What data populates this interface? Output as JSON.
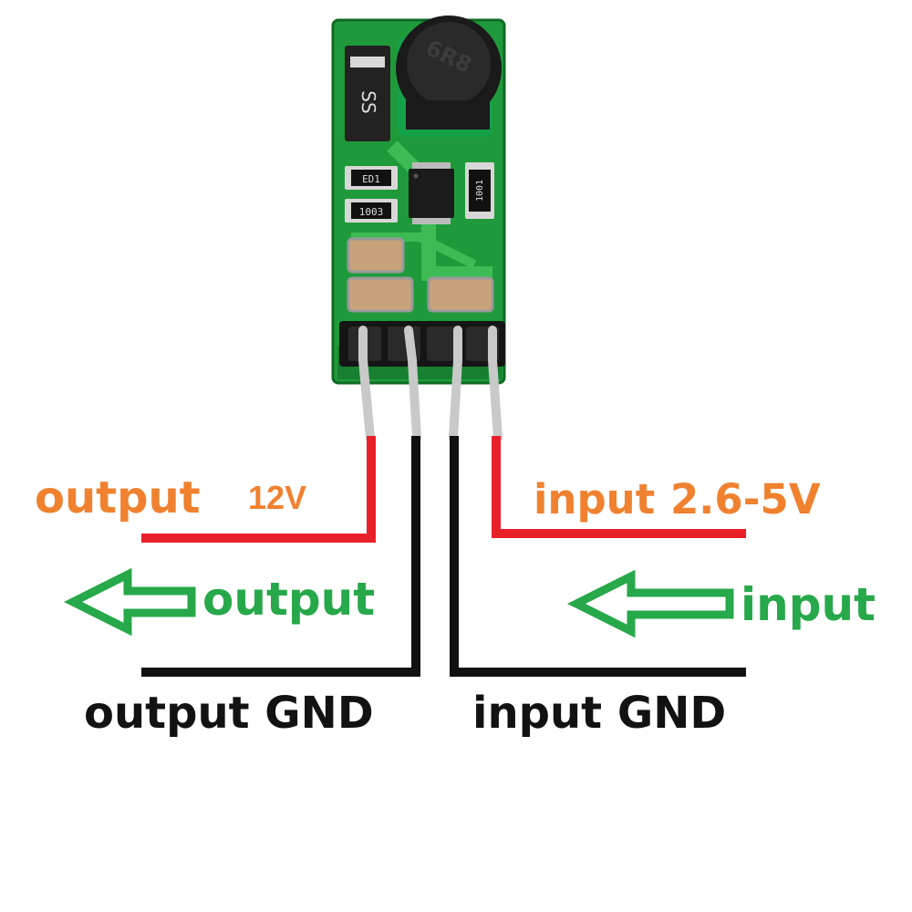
{
  "labels": {
    "output_voltage_word": "output",
    "output_voltage_value": "12V",
    "input_voltage_word": "input",
    "input_voltage_value": "2.6-5V",
    "output_arrow_label": "output",
    "input_arrow_label": "input",
    "output_gnd": "output GND",
    "input_gnd": "input GND"
  },
  "board_markings": {
    "inductor": "6R8",
    "resistor_top": "ED1",
    "resistor_bottom": "1003",
    "resistor_right": "1001"
  },
  "colors": {
    "positive_wire": "#e8202a",
    "ground_wire": "#111111",
    "label_orange": "#f0812f",
    "label_green": "#27a84a",
    "pcb_green": "#1f9a3a"
  }
}
